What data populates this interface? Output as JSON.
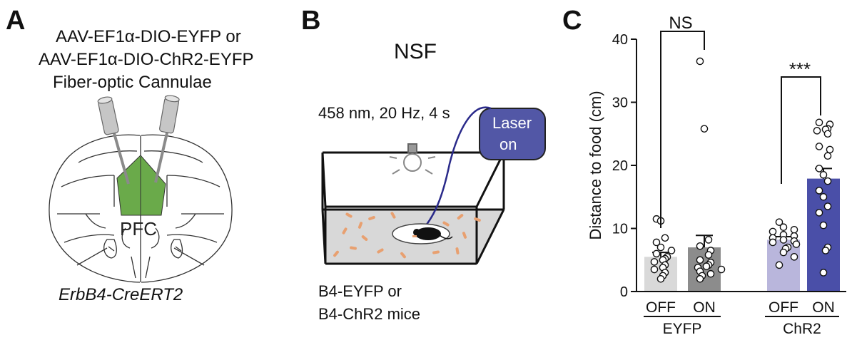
{
  "panels": {
    "a": {
      "letter": "A",
      "virus_line1": "AAV-EF1α-DIO-EYFP or",
      "virus_line2": "AAV-EF1α-DIO-ChR2-EYFP",
      "implant_label": "Fiber-optic Cannulae",
      "region_label": "PFC",
      "mouse_line": "ErbB4-CreERT2",
      "colors": {
        "pfc": "#6aaa4a",
        "cannula": "#b0b0b0"
      }
    },
    "b": {
      "letter": "B",
      "test_label": "NSF",
      "stim_params": "458 nm, 20 Hz, 4 s",
      "laser_line1": "Laser",
      "laser_line2": "on",
      "mice_line1": "B4-EYFP or",
      "mice_line2": "B4-ChR2 mice",
      "colors": {
        "laser_box": "#5257a6",
        "fiber": "#2a2a8a",
        "pellet": "#e8a070",
        "floor": "#d8d8d8"
      }
    },
    "c": {
      "letter": "C",
      "sig_eyfp": "NS",
      "sig_chr2": "***"
    }
  },
  "chart_data": {
    "type": "bar",
    "ylabel": "Distance to food (cm)",
    "ylim": [
      0,
      40
    ],
    "yticks": [
      "0",
      "10",
      "20",
      "30",
      "40"
    ],
    "groups": [
      "EYFP",
      "ChR2"
    ],
    "categories": [
      "OFF",
      "ON",
      "OFF",
      "ON"
    ],
    "values": [
      5.5,
      7.0,
      8.2,
      17.9
    ],
    "sem": [
      0.7,
      1.9,
      0.5,
      1.6
    ],
    "colors": [
      "#d9d9d9",
      "#8c8c8c",
      "#b9b6dc",
      "#4a4fa8"
    ],
    "points": [
      [
        11.5,
        11.2,
        8.5,
        7.8,
        7.0,
        6.5,
        6.0,
        5.5,
        5.2,
        5.0,
        4.7,
        4.2,
        3.8,
        3.5,
        3.0,
        2.5,
        2.0
      ],
      [
        36.5,
        25.8,
        8.2,
        7.2,
        6.5,
        5.8,
        5.0,
        4.6,
        4.2,
        4.0,
        3.8,
        3.5,
        3.2,
        2.8,
        2.5,
        2.0
      ],
      [
        11.0,
        10.2,
        9.8,
        9.5,
        9.0,
        8.8,
        8.5,
        8.2,
        8.0,
        7.8,
        7.5,
        7.0,
        6.8,
        6.2,
        5.5,
        4.2
      ],
      [
        26.8,
        26.5,
        25.8,
        25.7,
        25.5,
        25.0,
        23.0,
        22.5,
        21.5,
        19.5,
        18.5,
        17.5,
        16.0,
        15.0,
        13.5,
        12.5,
        10.5,
        7.0,
        6.5,
        3.0
      ]
    ]
  }
}
